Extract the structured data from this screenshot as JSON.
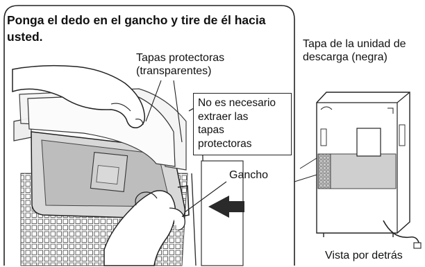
{
  "instruction": "Ponga el dedo en el gancho y tire de él hacia usted.",
  "callouts": {
    "protective_covers": [
      "Tapas protectoras",
      "(transparentes)"
    ],
    "note": [
      "No es necesario",
      "extraer las",
      "tapas",
      "protectoras"
    ],
    "hook": "Gancho",
    "discharge_cover": [
      "Tapa de la unidad de",
      "descarga (negra)"
    ],
    "rear_view": "Vista por detrás"
  },
  "colors": {
    "line": "#222222",
    "panel_fill": "#dcdcdc",
    "panel_dark": "#b4b4b4",
    "arrow": "#2a2a2a"
  },
  "icons": [
    "hand-icon",
    "arrow-icon",
    "appliance-rear-icon",
    "power-cord-icon"
  ]
}
